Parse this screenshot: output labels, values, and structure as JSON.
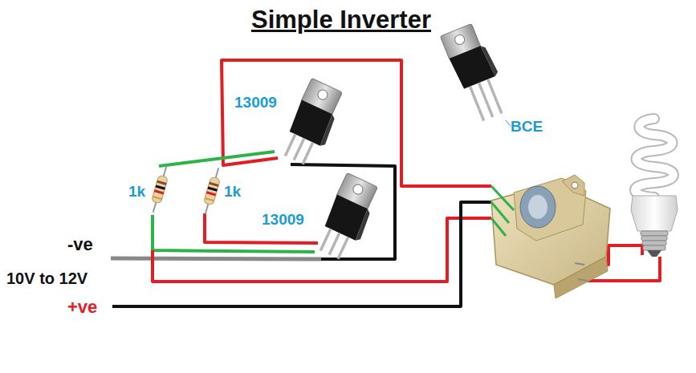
{
  "diagram": {
    "title": "Simple Inverter",
    "labels": [
      "13009",
      "BCE",
      "1k",
      "1k",
      "13009",
      "-ve",
      "10V to 12V",
      "+ve"
    ]
  }
}
